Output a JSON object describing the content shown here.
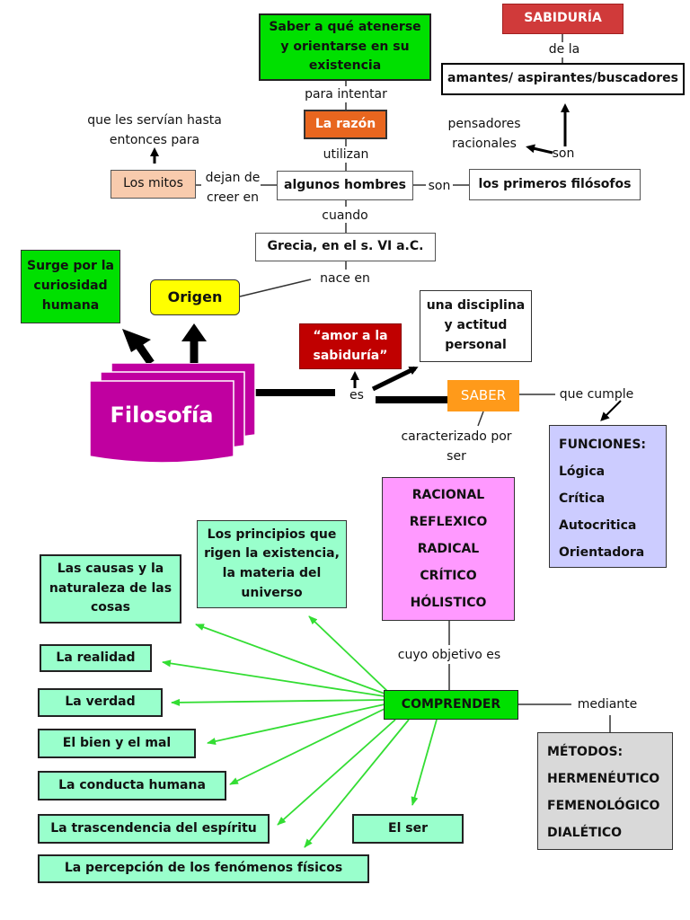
{
  "nodes": {
    "sabiduria_title": "SABIDURÍA",
    "amantes": "amantes/ aspirantes/buscadores",
    "saber_que": [
      "Saber a qué atenerse",
      "y orientarse en su",
      "existencia"
    ],
    "razon": "La razón",
    "mitos": "Los mitos",
    "algunos": "algunos hombres",
    "primeros": "los primeros filósofos",
    "grecia": "Grecia, en el s. VI a.C.",
    "surge": [
      "Surge por la",
      "curiosidad",
      "humana"
    ],
    "origen": "Origen",
    "filosofia": "Filosofía",
    "amor": [
      "“amor a la",
      "sabiduría”"
    ],
    "disciplina": [
      "una disciplina",
      "y actitud",
      "personal"
    ],
    "saber": "SABER",
    "funciones": [
      "FUNCIONES:",
      "Lógica",
      "Crítica",
      "Autocritica",
      "Orientadora"
    ],
    "caracteristicas": [
      "RACIONAL",
      "REFLEXICO",
      "RADICAL",
      "CRÍTICO",
      "HÓLISTICO"
    ],
    "principios": [
      "Los principios que",
      "rigen la existencia,",
      "la materia del",
      "universo"
    ],
    "causas": [
      "Las causas y la",
      "naturaleza de las",
      "cosas"
    ],
    "realidad": "La realidad",
    "verdad": "La verdad",
    "bien_mal": "El bien y el mal",
    "conducta": "La conducta humana",
    "trascendencia": "La trascendencia del espíritu",
    "percepcion": "La percepción de los fenómenos físicos",
    "ser": "El ser",
    "comprender": "COMPRENDER",
    "metodos": [
      "MÉTODOS:",
      "HERMENÉUTICO",
      "FEMENOLÓGICO",
      "DIALÉTICO"
    ]
  },
  "labels": {
    "de_la": "de la",
    "para_intentar": "para intentar",
    "utilizan": "utilizan",
    "que_les_servian": [
      "que les servían hasta",
      "entonces para"
    ],
    "dejan_de": [
      "dejan de",
      "creer en"
    ],
    "son_left": "son",
    "son_right": "son",
    "pensadores": [
      "pensadores",
      "racionales"
    ],
    "cuando": "cuando",
    "nace_en": "nace en",
    "es": "es",
    "que_cumple": "que cumple",
    "caracterizado": [
      "caracterizado por",
      "ser"
    ],
    "cuyo_objetivo": "cuyo objetivo es",
    "mediante": "mediante"
  },
  "colors": {
    "sabiduria_red": "#d03a3a",
    "razon_orange": "#e8661f",
    "mitos_peach": "#f8cbad",
    "green": "#00e000",
    "origen_yellow": "#ffff00",
    "filosofia_magenta": "#c000a0",
    "amor_red": "#c00000",
    "saber_orange": "#ff9a1a",
    "funciones_lavender": "#ccccff",
    "caracteristicas_pink": "#ff99ff",
    "mint": "#99ffcc",
    "metodos_gray": "#d9d9d9",
    "arrow_green": "#33dd33"
  }
}
